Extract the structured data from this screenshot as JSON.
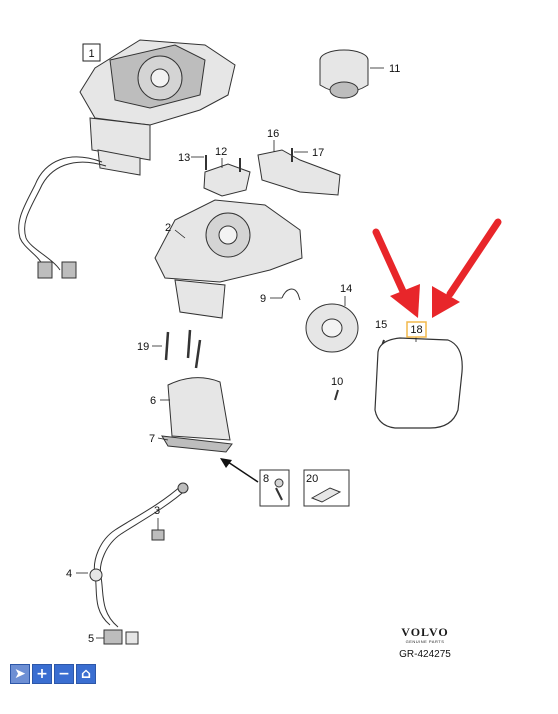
{
  "diagram": {
    "callouts": {
      "c1": "1",
      "c2": "2",
      "c3": "3",
      "c4": "4",
      "c5": "5",
      "c6": "6",
      "c7": "7",
      "c8": "8",
      "c9": "9",
      "c10": "10",
      "c11": "11",
      "c12": "12",
      "c13": "13",
      "c14": "14",
      "c15": "15",
      "c16": "16",
      "c17": "17",
      "c18": "18",
      "c19": "19",
      "c20": "20"
    },
    "brand": "VOLVO",
    "brand_sub": "GENUINE PARTS",
    "reference": "GR-424275",
    "arrow_color": "#e8262a",
    "highlight_color": "#f2b84b"
  },
  "toolbar": {
    "buttons": [
      {
        "icon": "pointer-icon",
        "glyph": "➤"
      },
      {
        "icon": "zoom-in-icon",
        "glyph": "+"
      },
      {
        "icon": "zoom-out-icon",
        "glyph": "−"
      },
      {
        "icon": "home-icon",
        "glyph": "⌂"
      }
    ]
  }
}
